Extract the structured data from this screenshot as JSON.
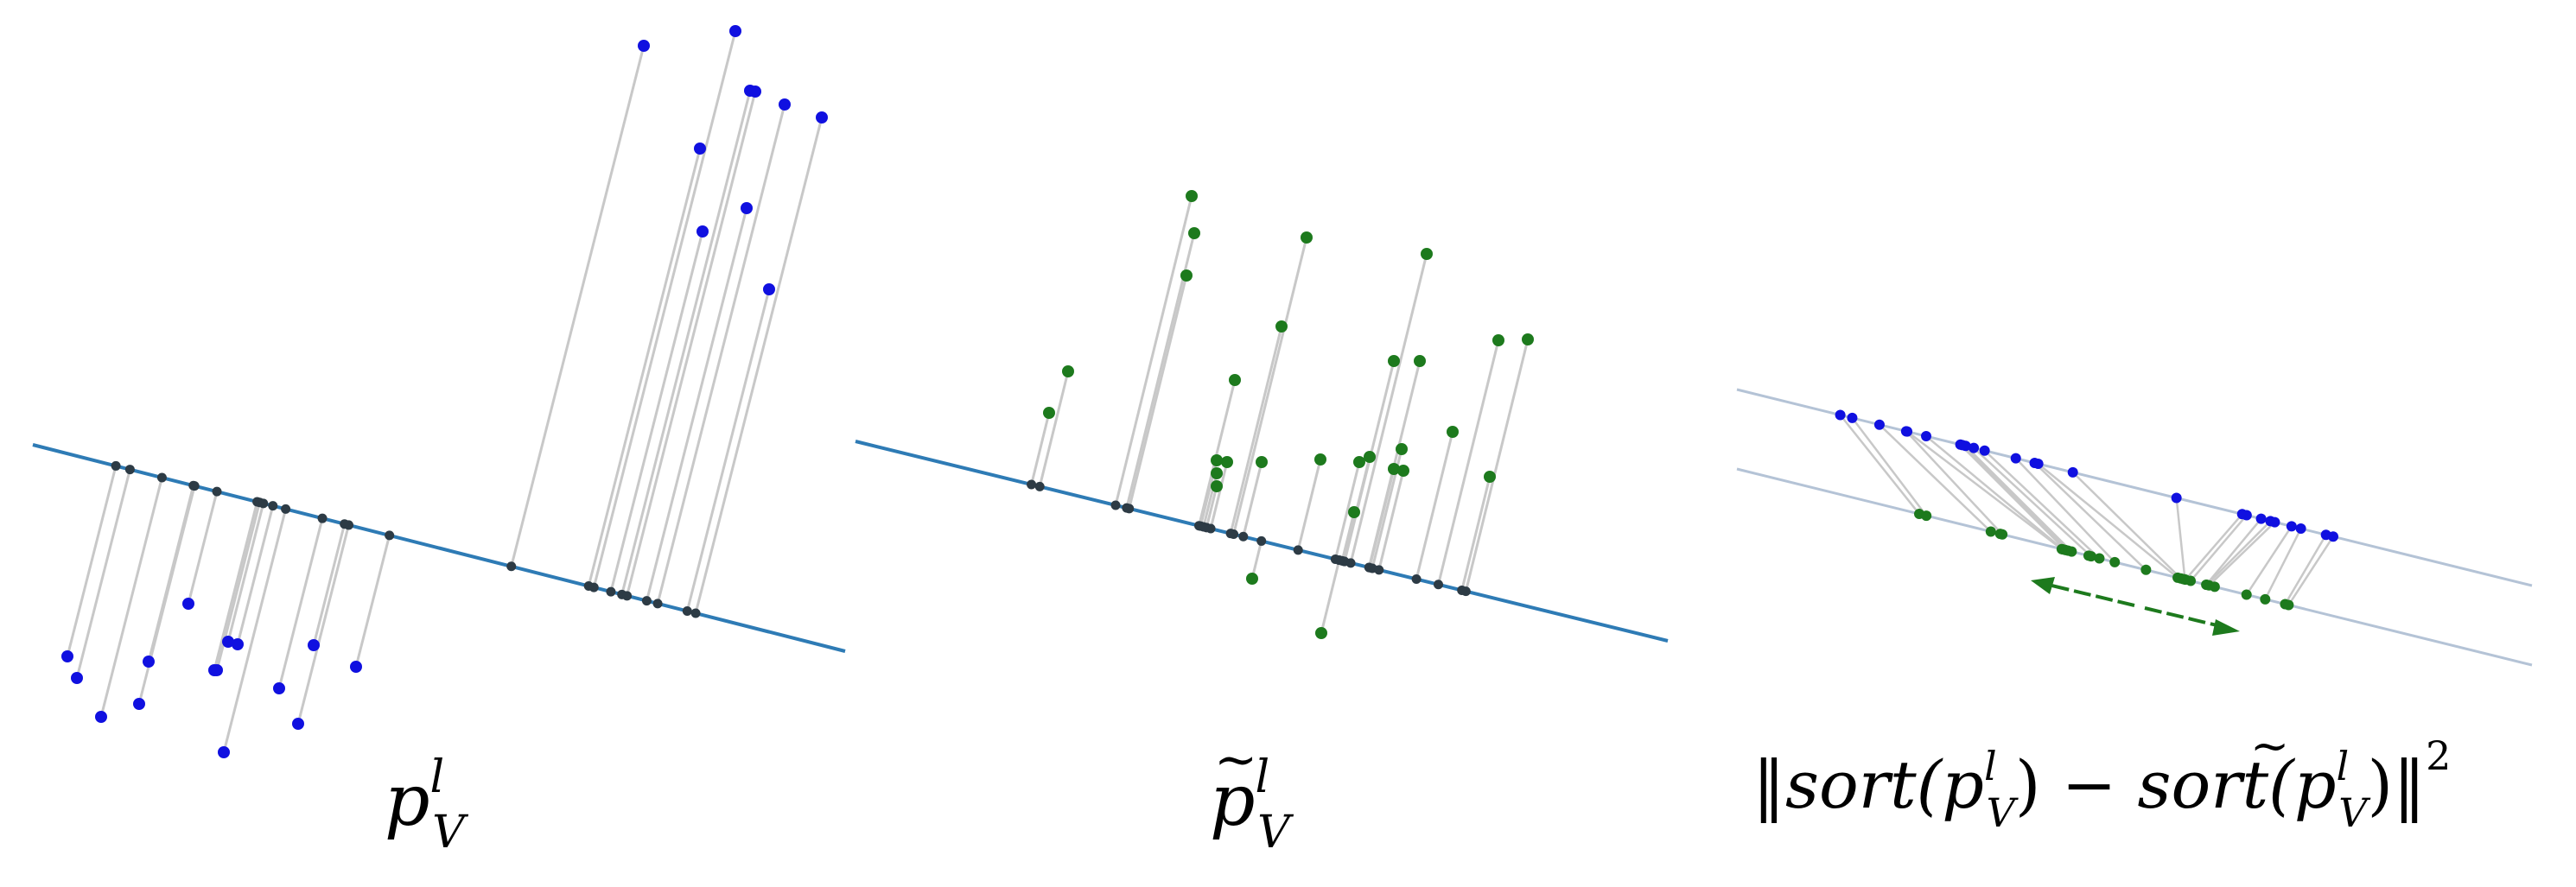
{
  "colors": {
    "projection_line": "#2e7bb5",
    "sorted_axis_line": "#b4c3d6",
    "connector": "#c8c8c8",
    "projected_point": "#2d3b45",
    "blue_point": "#1010e0",
    "green_point": "#1d7a1d",
    "arrow": "#1d7a1d"
  },
  "panels": [
    {
      "id": "p",
      "label_base": "p",
      "label_sup": "l",
      "label_sub": "V",
      "point_color_key": "blue_point",
      "points": [
        [
          78,
          760
        ],
        [
          89,
          785
        ],
        [
          117,
          830
        ],
        [
          161,
          815
        ],
        [
          172,
          766
        ],
        [
          218,
          699
        ],
        [
          248,
          776
        ],
        [
          259,
          871
        ],
        [
          251,
          776
        ],
        [
          264,
          743
        ],
        [
          275,
          746
        ],
        [
          323,
          797
        ],
        [
          345,
          838
        ],
        [
          363,
          747
        ],
        [
          412,
          772
        ],
        [
          745,
          53
        ],
        [
          851,
          36
        ],
        [
          810,
          172
        ],
        [
          813,
          268
        ],
        [
          868,
          105
        ],
        [
          874,
          106
        ],
        [
          908,
          121
        ],
        [
          864,
          241
        ],
        [
          951,
          136
        ],
        [
          890,
          335
        ]
      ]
    },
    {
      "id": "ptilde",
      "label_base": "p",
      "label_tilde": "~",
      "label_sup": "l",
      "label_sub": "V",
      "point_color_key": "green_point",
      "points": [
        [
          1236,
          430
        ],
        [
          1214,
          478
        ],
        [
          1379,
          227
        ],
        [
          1382,
          270
        ],
        [
          1373,
          319
        ],
        [
          1512,
          275
        ],
        [
          1483,
          378
        ],
        [
          1429,
          440
        ],
        [
          1420,
          535
        ],
        [
          1408,
          533
        ],
        [
          1408,
          563
        ],
        [
          1408,
          548
        ],
        [
          1460,
          535
        ],
        [
          1449,
          670
        ],
        [
          1528,
          532
        ],
        [
          1651,
          294
        ],
        [
          1585,
          529
        ],
        [
          1613,
          543
        ],
        [
          1643,
          418
        ],
        [
          1613,
          418
        ],
        [
          1573,
          535
        ],
        [
          1622,
          520
        ],
        [
          1624,
          545
        ],
        [
          1567,
          593
        ],
        [
          1529,
          733
        ],
        [
          1681,
          500
        ],
        [
          1734,
          394
        ],
        [
          1768,
          393
        ],
        [
          1724,
          552
        ]
      ]
    }
  ],
  "panel3": {
    "label": "‖sort(p^l_V) − sort(p̃^l_V)‖²",
    "label_parts": {
      "open": "‖",
      "sort1": "sort(",
      "p": "p",
      "sup": "l",
      "sub": "V",
      "close1": ")",
      "minus": " − ",
      "sort2": "sort(",
      "ptilde": "p",
      "tilde": "~",
      "sup2": "l",
      "sub2": "V",
      "close2": ")",
      "norm_close": "‖",
      "power": "2"
    }
  }
}
